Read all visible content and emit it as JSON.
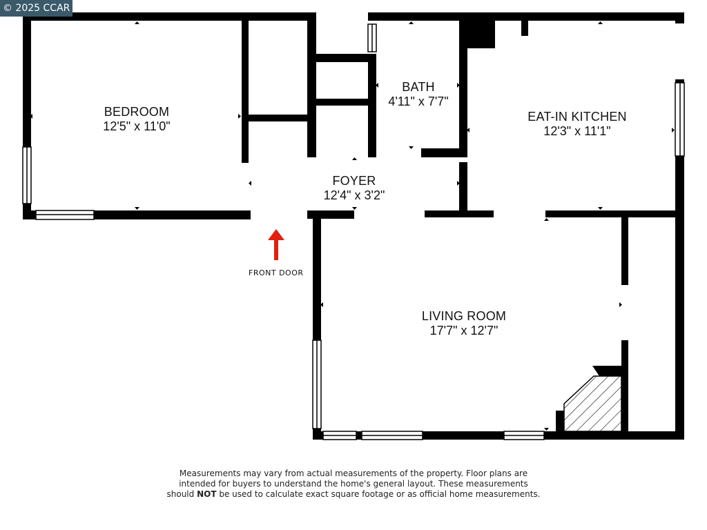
{
  "copyright": "© 2025 CCAR",
  "rooms": {
    "bedroom": {
      "name": "BEDROOM",
      "size": "12'5\" x 11'0\""
    },
    "bath": {
      "name": "BATH",
      "size": "4'11\" x 7'7\""
    },
    "kitchen": {
      "name": "EAT-IN KITCHEN",
      "size": "12'3\" x 11'1\""
    },
    "foyer": {
      "name": "FOYER",
      "size": "12'4\" x 3'2\""
    },
    "living": {
      "name": "LIVING ROOM",
      "size": "17'7\" x 12'7\""
    }
  },
  "entrance": {
    "label": "FRONT DOOR",
    "arrow_color": "#e02010"
  },
  "colors": {
    "wall": "#000000",
    "background": "#ffffff"
  },
  "disclaimer": {
    "line1": "Measurements may vary from actual measurements of the property. Floor plans are",
    "line2": "intended for buyers to understand the home's general layout. These measurements",
    "line3_before": "should ",
    "line3_bold": "NOT",
    "line3_after": " be used to calculate exact square footage or as official home measurements."
  }
}
